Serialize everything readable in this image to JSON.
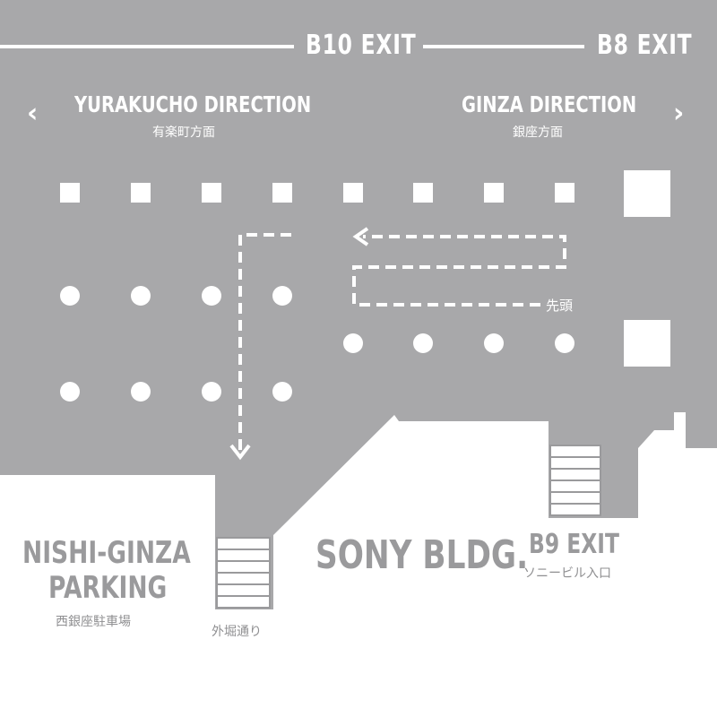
{
  "colors": {
    "concourse": "#a8a8aa",
    "background": "#ffffff",
    "markings": "#ffffff",
    "outside_text": "#9a9a9c"
  },
  "top_bar": {
    "b10_exit": "B10 EXIT",
    "b8_exit": "B8 EXIT"
  },
  "directions": {
    "left": {
      "label_en": "YURAKUCHO DIRECTION",
      "label_jp": "有楽町方面",
      "arrow": "‹"
    },
    "right": {
      "label_en": "GINZA DIRECTION",
      "label_jp": "銀座方面",
      "arrow": "›"
    }
  },
  "queue": {
    "front_label": "先頭"
  },
  "areas": {
    "parking": {
      "line1": "NISHI-GINZA",
      "line2": "PARKING",
      "label_jp": "西銀座駐車場"
    },
    "sony": {
      "label": "SONY BLDG."
    },
    "b9_exit": {
      "label": "B9 EXIT",
      "label_jp": "ソニービル入口"
    },
    "sotobori": {
      "label_jp": "外堀通り"
    }
  }
}
